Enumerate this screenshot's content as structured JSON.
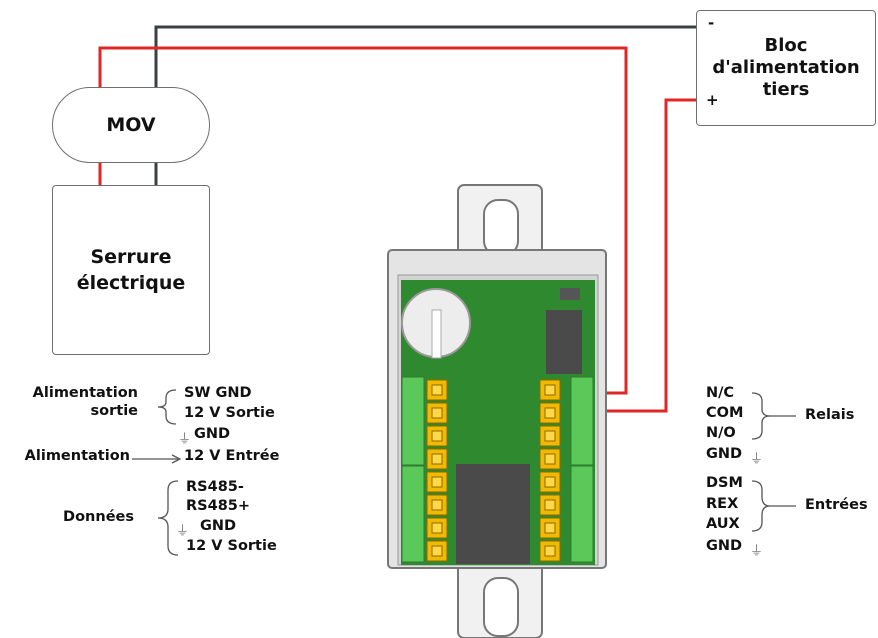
{
  "colors": {
    "wire_red": "#e02626",
    "wire_black": "#3a3f44",
    "pcb_green": "#2f8a2f",
    "terminal_yellow": "#f3b800"
  },
  "mov": {
    "label": "MOV"
  },
  "lock": {
    "line1": "Serrure",
    "line2": "électrique"
  },
  "psu": {
    "minus": "-",
    "plus": "+",
    "line1": "Bloc",
    "line2": "d'alimentation",
    "line3": "tiers"
  },
  "left": {
    "group_power_out": {
      "label_line1": "Alimentation",
      "label_line2": "sortie"
    },
    "sw_gnd": "SW GND",
    "sortie_12v_a": "12 V Sortie",
    "gnd_a": "GND",
    "group_power_in": {
      "label": "Alimentation"
    },
    "entree_12v": "12 V Entrée",
    "group_data": {
      "label": "Données"
    },
    "rs485_minus": "RS485-",
    "rs485_plus": "RS485+",
    "gnd_b": "GND",
    "sortie_12v_b": "12 V Sortie"
  },
  "right": {
    "nc": "N/C",
    "com": "COM",
    "no": "N/O",
    "gnd_a": "GND",
    "group_relay": {
      "label": "Relais"
    },
    "dsm": "DSM",
    "rex": "REX",
    "aux": "AUX",
    "gnd_b": "GND",
    "group_inputs": {
      "label": "Entrées"
    }
  },
  "ground_symbol": "⏚"
}
